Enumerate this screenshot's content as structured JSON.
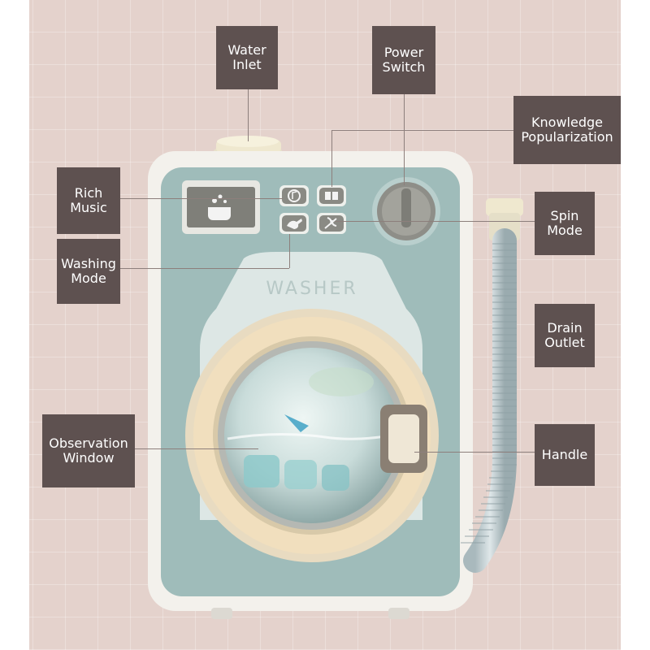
{
  "product": {
    "brand_text": "WASHER",
    "colors": {
      "body": "#9fbcba",
      "shell": "#f3f1ec",
      "door_ring": "#f1dfbe",
      "label_bg": "#5e5150"
    }
  },
  "labels": {
    "water_inlet": [
      "Water",
      "Inlet"
    ],
    "power_switch": [
      "Power",
      "Switch"
    ],
    "knowledge_popularization": [
      "Knowledge",
      "Popularization"
    ],
    "rich_music": [
      "Rich",
      "Music"
    ],
    "spin_mode": [
      "Spin",
      "Mode"
    ],
    "washing_mode": [
      "Washing",
      "Mode"
    ],
    "drain_outlet": [
      "Drain",
      "Outlet"
    ],
    "observation_window": [
      "Observation",
      "Window"
    ],
    "handle": [
      "Handle"
    ]
  },
  "icons": [
    "bubble-tub-icon",
    "music-note-icon",
    "book-icon",
    "hand-wash-icon",
    "spin-icon",
    "power-knob-icon"
  ]
}
